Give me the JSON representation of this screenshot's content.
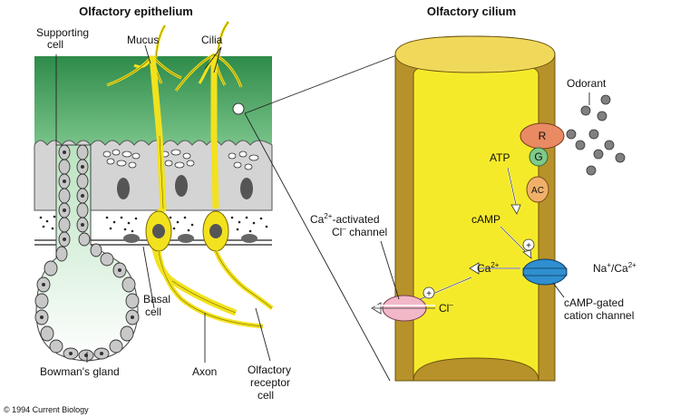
{
  "titles": {
    "left": "Olfactory epithelium",
    "right": "Olfactory cilium"
  },
  "left_labels": {
    "supporting_cell_1": "Supporting",
    "supporting_cell_2": "cell",
    "mucus": "Mucus",
    "cilia": "Cilia",
    "basal_cell_1": "Basal",
    "basal_cell_2": "cell",
    "bowmans_gland": "Bowman's gland",
    "axon": "Axon",
    "orc_1": "Olfactory",
    "orc_2": "receptor",
    "orc_3": "cell"
  },
  "right_labels": {
    "odorant": "Odorant",
    "receptor": "R",
    "g_protein": "G",
    "adenylyl_cyclase": "AC",
    "atp": "ATP",
    "camp": "cAMP",
    "ca_channel_1": "Ca",
    "ca_channel_1_sup": "2+",
    "ca_channel_1_tail": "-activated",
    "ca_channel_2": "Cl",
    "ca_channel_2_sup": "–",
    "ca_channel_2_tail": " channel",
    "na_ca": "Na",
    "na_sup": "+",
    "na_ca_mid": "/Ca",
    "na_ca_sup": "2+",
    "camp_gated_1": "cAMP-gated",
    "camp_gated_2": "cation channel",
    "ca_ion": "Ca",
    "ca_ion_sup": "2+",
    "cl_ion": "Cl",
    "cl_ion_sup": "–",
    "plus": "+"
  },
  "credit": "© 1994 Current Biology",
  "colors": {
    "mucus_green": "#2e8b4a",
    "epithelium_gray": "#d4d4d4",
    "neuron_yellow": "#f2e21e",
    "cilium_yellow": "#f5ea2a",
    "membrane_olive": "#b7922a",
    "receptor": "#e98a63",
    "g_protein": "#7fc98a",
    "ac": "#f0b06a",
    "cng_channel": "#2f8fd0",
    "cl_channel": "#f2b8c8"
  }
}
